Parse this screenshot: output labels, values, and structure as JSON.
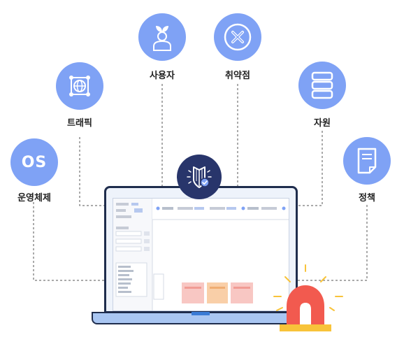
{
  "nodes": {
    "os": {
      "label": "운영체제",
      "icon": "os-icon",
      "icon_text": "OS"
    },
    "traffic": {
      "label": "트래픽",
      "icon": "network-globe-icon"
    },
    "user": {
      "label": "사용자",
      "icon": "user-sprout-icon"
    },
    "vulnerability": {
      "label": "취약점",
      "icon": "x-circle-icon"
    },
    "resource": {
      "label": "자원",
      "icon": "server-icon"
    },
    "policy": {
      "label": "정책",
      "icon": "document-icon"
    }
  },
  "center": {
    "icon": "shield-check-icon"
  },
  "alert": {
    "icon": "siren-icon"
  },
  "colors": {
    "node": "#7fa2f5",
    "shield": "#28356b",
    "siren": "#f25a4f",
    "siren_base": "#f8c33a",
    "laptop_base": "#a9c6f2",
    "outline": "#1f2d4d"
  }
}
